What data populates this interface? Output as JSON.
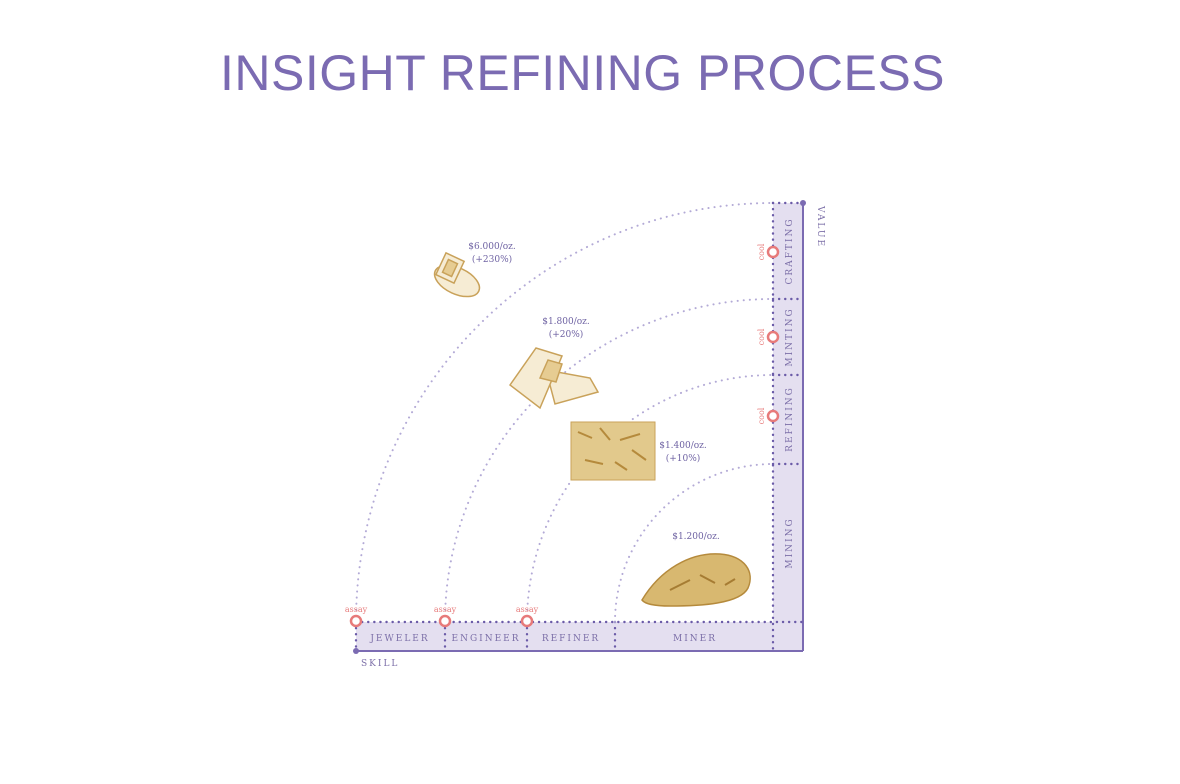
{
  "title": "INSIGHT REFINING PROCESS",
  "axes": {
    "x": "SKILL",
    "y": "VALUE"
  },
  "skill_levels": [
    "JEWELER",
    "ENGINEER",
    "REFINER",
    "MINER"
  ],
  "value_stages": [
    "CRAFTING",
    "MINTING",
    "REFINING",
    "MINING"
  ],
  "marker_labels": {
    "skill": "assay",
    "value": "cool"
  },
  "items": [
    {
      "name": "ring",
      "price": "$6.000/oz.",
      "change": "(+230%)"
    },
    {
      "name": "gold-bars",
      "price": "$1.800/oz.",
      "change": "(+20%)"
    },
    {
      "name": "gold-flakes",
      "price": "$1.400/oz.",
      "change": "(+10%)"
    },
    {
      "name": "gold-ore",
      "price": "$1.200/oz.",
      "change": ""
    }
  ],
  "colors": {
    "title": "#7b6bb2",
    "band": "#e4dff0",
    "axis": "#7b6bb2",
    "marker": "#e77a7a",
    "gold": "#c9a25a"
  }
}
